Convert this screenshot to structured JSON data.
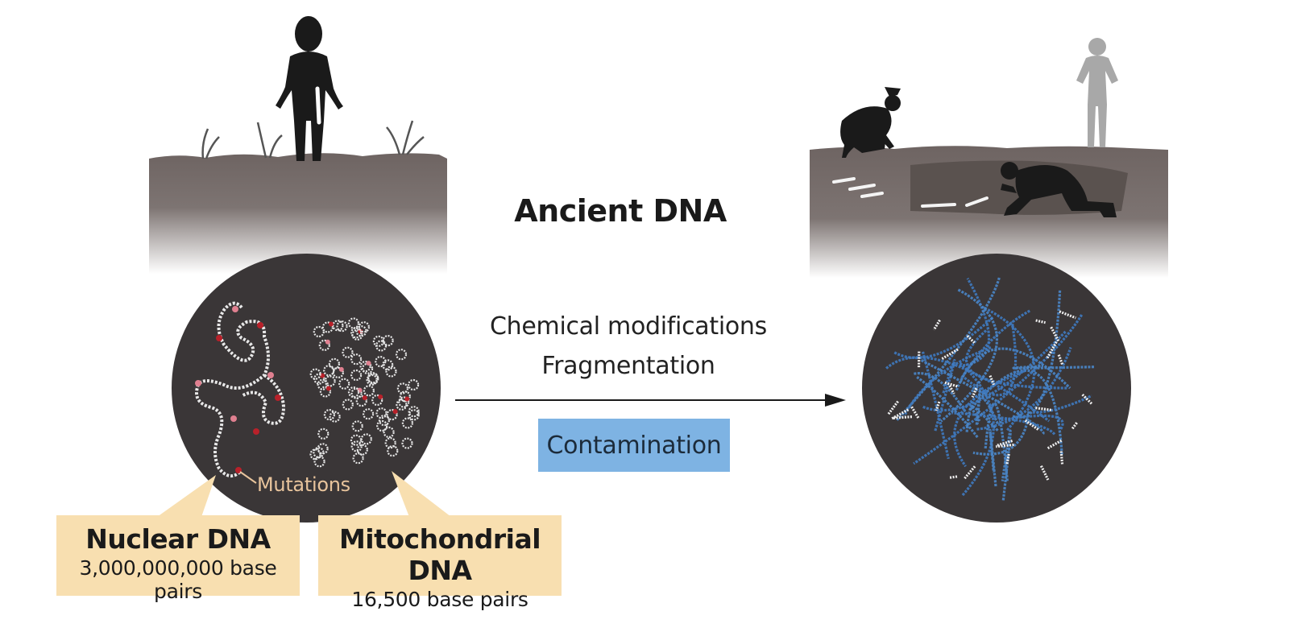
{
  "title": "Ancient DNA",
  "process": {
    "line1": "Chemical modifications",
    "line2": "Fragmentation",
    "contamination": "Contamination"
  },
  "mutations_label": "Mutations",
  "nuclear": {
    "name": "Nuclear DNA",
    "size": "3,000,000,000 base pairs"
  },
  "mitochondrial": {
    "name": "Mitochondrial DNA",
    "size": "16,500 base pairs"
  },
  "colors": {
    "soil": "#6e6462",
    "circle": "#3a3637",
    "callout": "#f8dfb0",
    "contamination": "#7eb3e3",
    "mutation": "#b8212a",
    "contaminant_dna": "#3f7ac0"
  },
  "icons": [
    "human-silhouette-icon",
    "archaeologist-silhouette-icon",
    "bone-icon",
    "arrow-right-icon"
  ]
}
